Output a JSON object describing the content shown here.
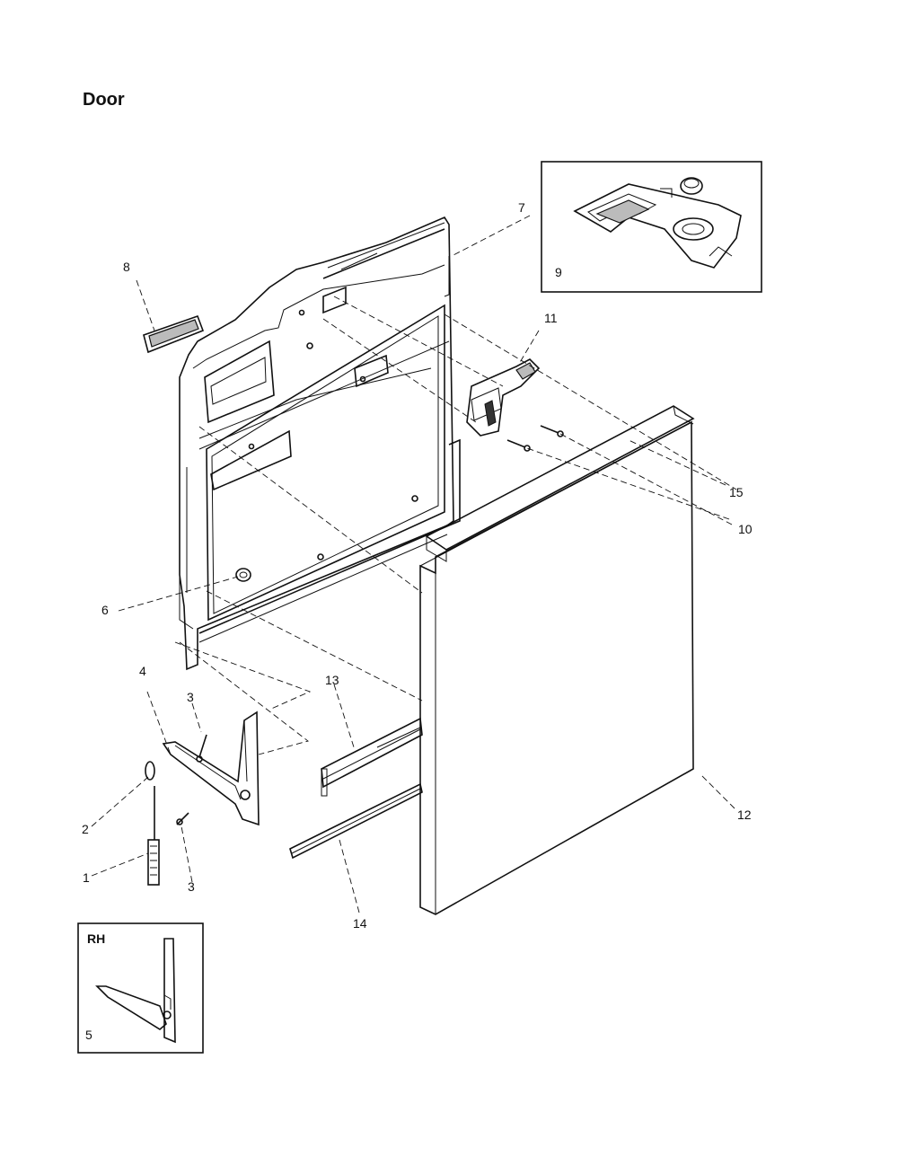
{
  "title": "Door",
  "callouts": {
    "c1": "1",
    "c2": "2",
    "c3a": "3",
    "c3b": "3",
    "c4": "4",
    "c5": "5",
    "c6": "6",
    "c7": "7",
    "c8": "8",
    "c9": "9",
    "c10": "10",
    "c11": "11",
    "c12": "12",
    "c13": "13",
    "c14": "14",
    "c15": "15"
  },
  "insets": {
    "rh_label": "RH"
  }
}
